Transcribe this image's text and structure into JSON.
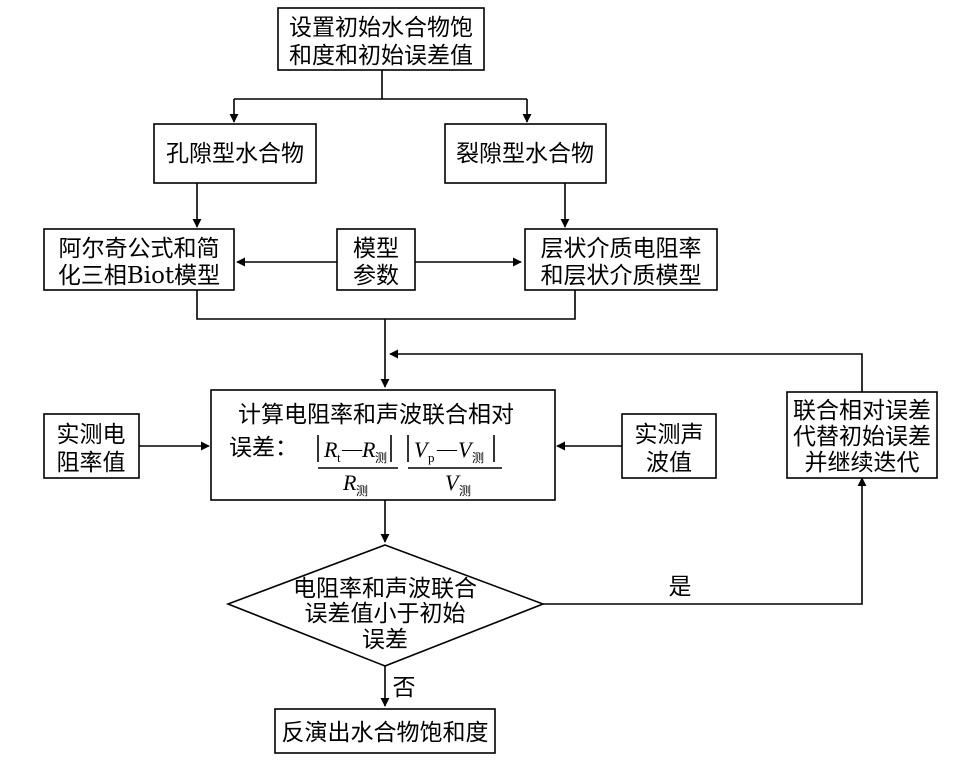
{
  "nodes": {
    "start": [
      "设置初始水合物饱",
      "和度和初始误差值"
    ],
    "pore": "孔隙型水合物",
    "fracture": "裂隙型水合物",
    "archie": [
      "阿尔奇公式和简",
      "化三相Biot模型"
    ],
    "params": [
      "模型",
      "参数"
    ],
    "layered": [
      "层状介质电阻率",
      "和层状介质模型"
    ],
    "compute_title": "计算电阻率和声波联合相对",
    "compute_label": "误差：",
    "formula": {
      "r_t": "R",
      "r_t_sub": "t",
      "r_m": "R",
      "r_m_sub": "测",
      "v_p": "V",
      "v_p_sub": "p",
      "v_m": "V",
      "v_m_sub": "测",
      "dash": "—"
    },
    "measured_res": [
      "实测电",
      "阻率值"
    ],
    "measured_sonic": [
      "实测声",
      "波值"
    ],
    "update": [
      "联合相对误差",
      "代替初始误差",
      "并继续迭代"
    ],
    "decision": [
      "电阻率和声波联合",
      "误差值小于初始",
      "误差"
    ],
    "yes": "是",
    "no": "否",
    "end": "反演出水合物饱和度"
  }
}
